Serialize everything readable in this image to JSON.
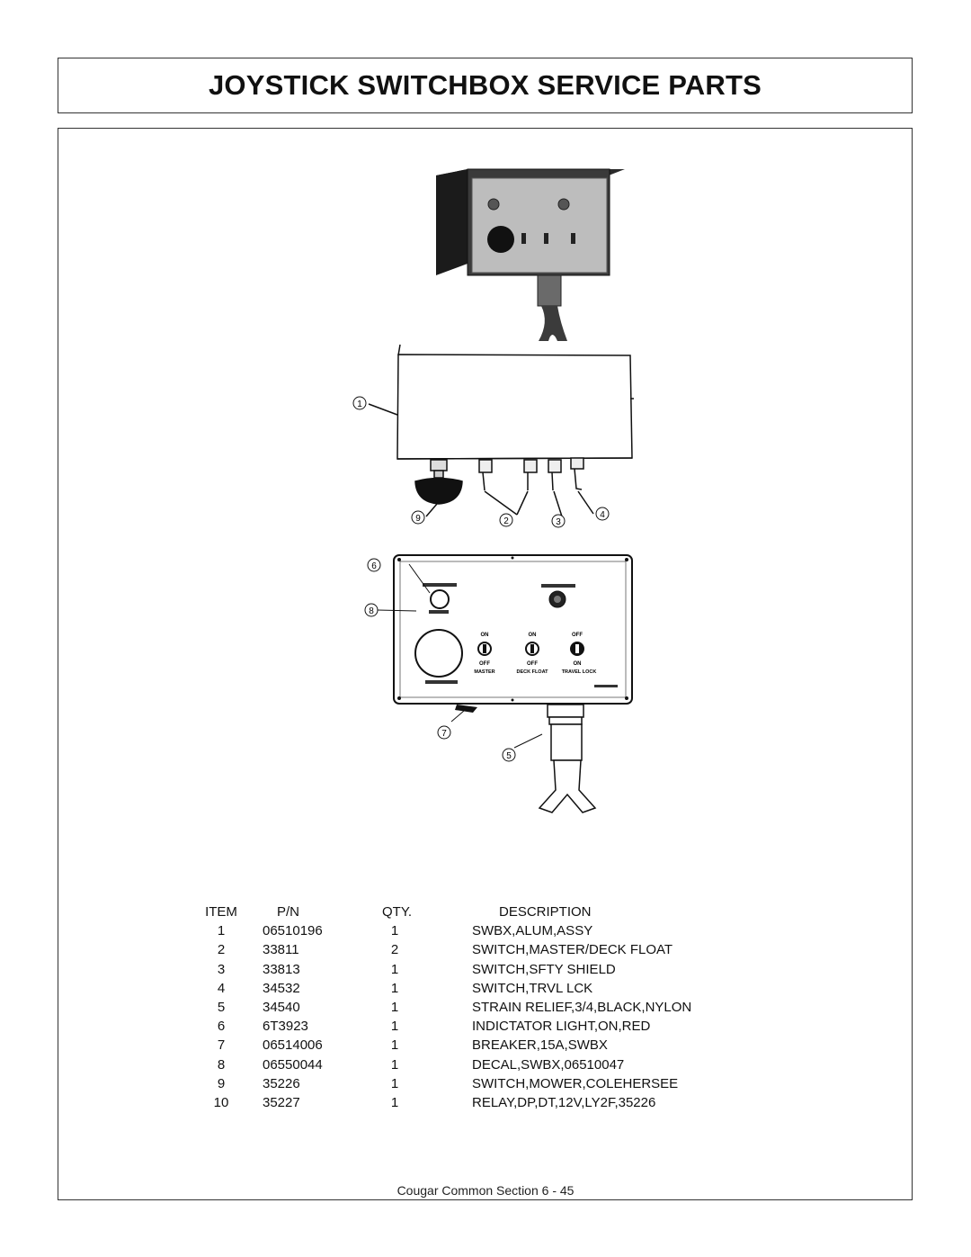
{
  "page": {
    "title": "JOYSTICK SWITCHBOX SERVICE PARTS",
    "footer": "Cougar Common Section  6 - 45"
  },
  "table": {
    "headers": {
      "item": "ITEM",
      "pn": "P/N",
      "qty": "QTY.",
      "description": "DESCRIPTION"
    },
    "rows": [
      {
        "item": "1",
        "pn": "06510196",
        "qty": "1",
        "description": "SWBX,ALUM,ASSY"
      },
      {
        "item": "2",
        "pn": "33811",
        "qty": "2",
        "description": "SWITCH,MASTER/DECK FLOAT"
      },
      {
        "item": "3",
        "pn": "33813",
        "qty": "1",
        "description": "SWITCH,SFTY SHIELD"
      },
      {
        "item": "4",
        "pn": "34532",
        "qty": "1",
        "description": "SWITCH,TRVL LCK"
      },
      {
        "item": "5",
        "pn": "34540",
        "qty": "1",
        "description": "STRAIN RELIEF,3/4,BLACK,NYLON"
      },
      {
        "item": "6",
        "pn": "6T3923",
        "qty": "1",
        "description": "INDICTATOR LIGHT,ON,RED"
      },
      {
        "item": "7",
        "pn": "06514006",
        "qty": "1",
        "description": "BREAKER,15A,SWBX"
      },
      {
        "item": "8",
        "pn": "06550044",
        "qty": "1",
        "description": "DECAL,SWBX,06510047"
      },
      {
        "item": "9",
        "pn": "35226",
        "qty": "1",
        "description": "SWITCH,MOWER,COLEHERSEE"
      },
      {
        "item": "10",
        "pn": "35227",
        "qty": "1",
        "description": "RELAY,DP,DT,12V,LY2F,35226"
      }
    ]
  },
  "illustration": {
    "callouts": [
      "1",
      "9",
      "2",
      "3",
      "4",
      "6",
      "8",
      "7",
      "5"
    ],
    "panel_labels": {
      "on_1": "ON",
      "on_2": "ON",
      "off_3": "OFF",
      "off_1": "OFF",
      "off_2": "OFF",
      "on_3": "ON",
      "master": "MASTER",
      "deck_float": "DECK FLOAT",
      "travel_lock": "TRAVEL LOCK"
    }
  }
}
